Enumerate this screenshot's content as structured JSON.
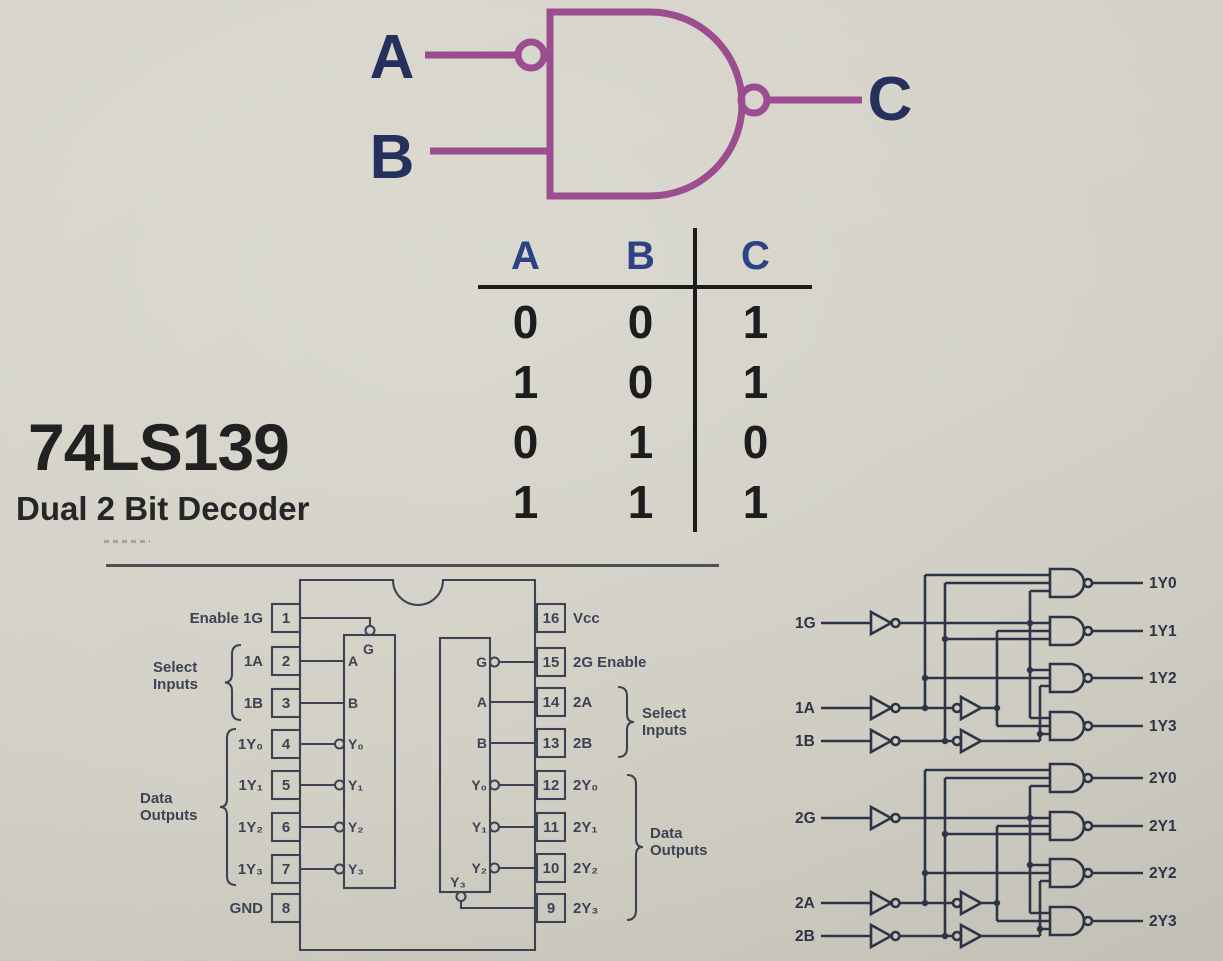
{
  "slide": {
    "title": "74LS139",
    "subtitle": "Dual 2 Bit Decoder"
  },
  "colors": {
    "background": "#d3d1c6",
    "gate": "#9c4d8f",
    "gate_label": "#25305c",
    "table_header": "#2c4285",
    "ink": "#1d1d1d",
    "diagram": "#3d4355",
    "logic": "#2e3447"
  },
  "gate": {
    "input_a": "A",
    "input_b": "B",
    "output_c": "C"
  },
  "truth_table": {
    "headers": [
      "A",
      "B",
      "C"
    ],
    "rows": [
      [
        "0",
        "0",
        "1"
      ],
      [
        "1",
        "0",
        "1"
      ],
      [
        "0",
        "1",
        "0"
      ],
      [
        "1",
        "1",
        "1"
      ]
    ]
  },
  "pinout": {
    "left_pins": [
      {
        "num": "1",
        "label": "Enable 1G"
      },
      {
        "num": "2",
        "label": "1A"
      },
      {
        "num": "3",
        "label": "1B"
      },
      {
        "num": "4",
        "label": "1Y₀"
      },
      {
        "num": "5",
        "label": "1Y₁"
      },
      {
        "num": "6",
        "label": "1Y₂"
      },
      {
        "num": "7",
        "label": "1Y₃"
      },
      {
        "num": "8",
        "label": "GND"
      }
    ],
    "right_pins": [
      {
        "num": "16",
        "label": "Vcc"
      },
      {
        "num": "15",
        "label": "2G Enable"
      },
      {
        "num": "14",
        "label": "2A"
      },
      {
        "num": "13",
        "label": "2B"
      },
      {
        "num": "12",
        "label": "2Y₀"
      },
      {
        "num": "11",
        "label": "2Y₁"
      },
      {
        "num": "10",
        "label": "2Y₂"
      },
      {
        "num": "9",
        "label": "2Y₃"
      }
    ],
    "left_select": {
      "line1": "Select",
      "line2": "Inputs"
    },
    "left_data": {
      "line1": "Data",
      "line2": "Outputs"
    },
    "right_select": {
      "line1": "Select",
      "line2": "Inputs"
    },
    "right_data": {
      "line1": "Data",
      "line2": "Outputs"
    },
    "block1": {
      "g": "G",
      "a": "A",
      "b": "B",
      "y0": "Y₀",
      "y1": "Y₁",
      "y2": "Y₂",
      "y3": "Y₃"
    },
    "block2": {
      "g": "G",
      "a": "A",
      "b": "B",
      "y0": "Y₀",
      "y1": "Y₁",
      "y2": "Y₂",
      "y3": "Y₃"
    }
  },
  "logic1": {
    "inputs": [
      "1G",
      "1A",
      "1B"
    ],
    "outputs": [
      "1Y0",
      "1Y1",
      "1Y2",
      "1Y3"
    ]
  },
  "logic2": {
    "inputs": [
      "2G",
      "2A",
      "2B"
    ],
    "outputs": [
      "2Y0",
      "2Y1",
      "2Y2",
      "2Y3"
    ]
  }
}
